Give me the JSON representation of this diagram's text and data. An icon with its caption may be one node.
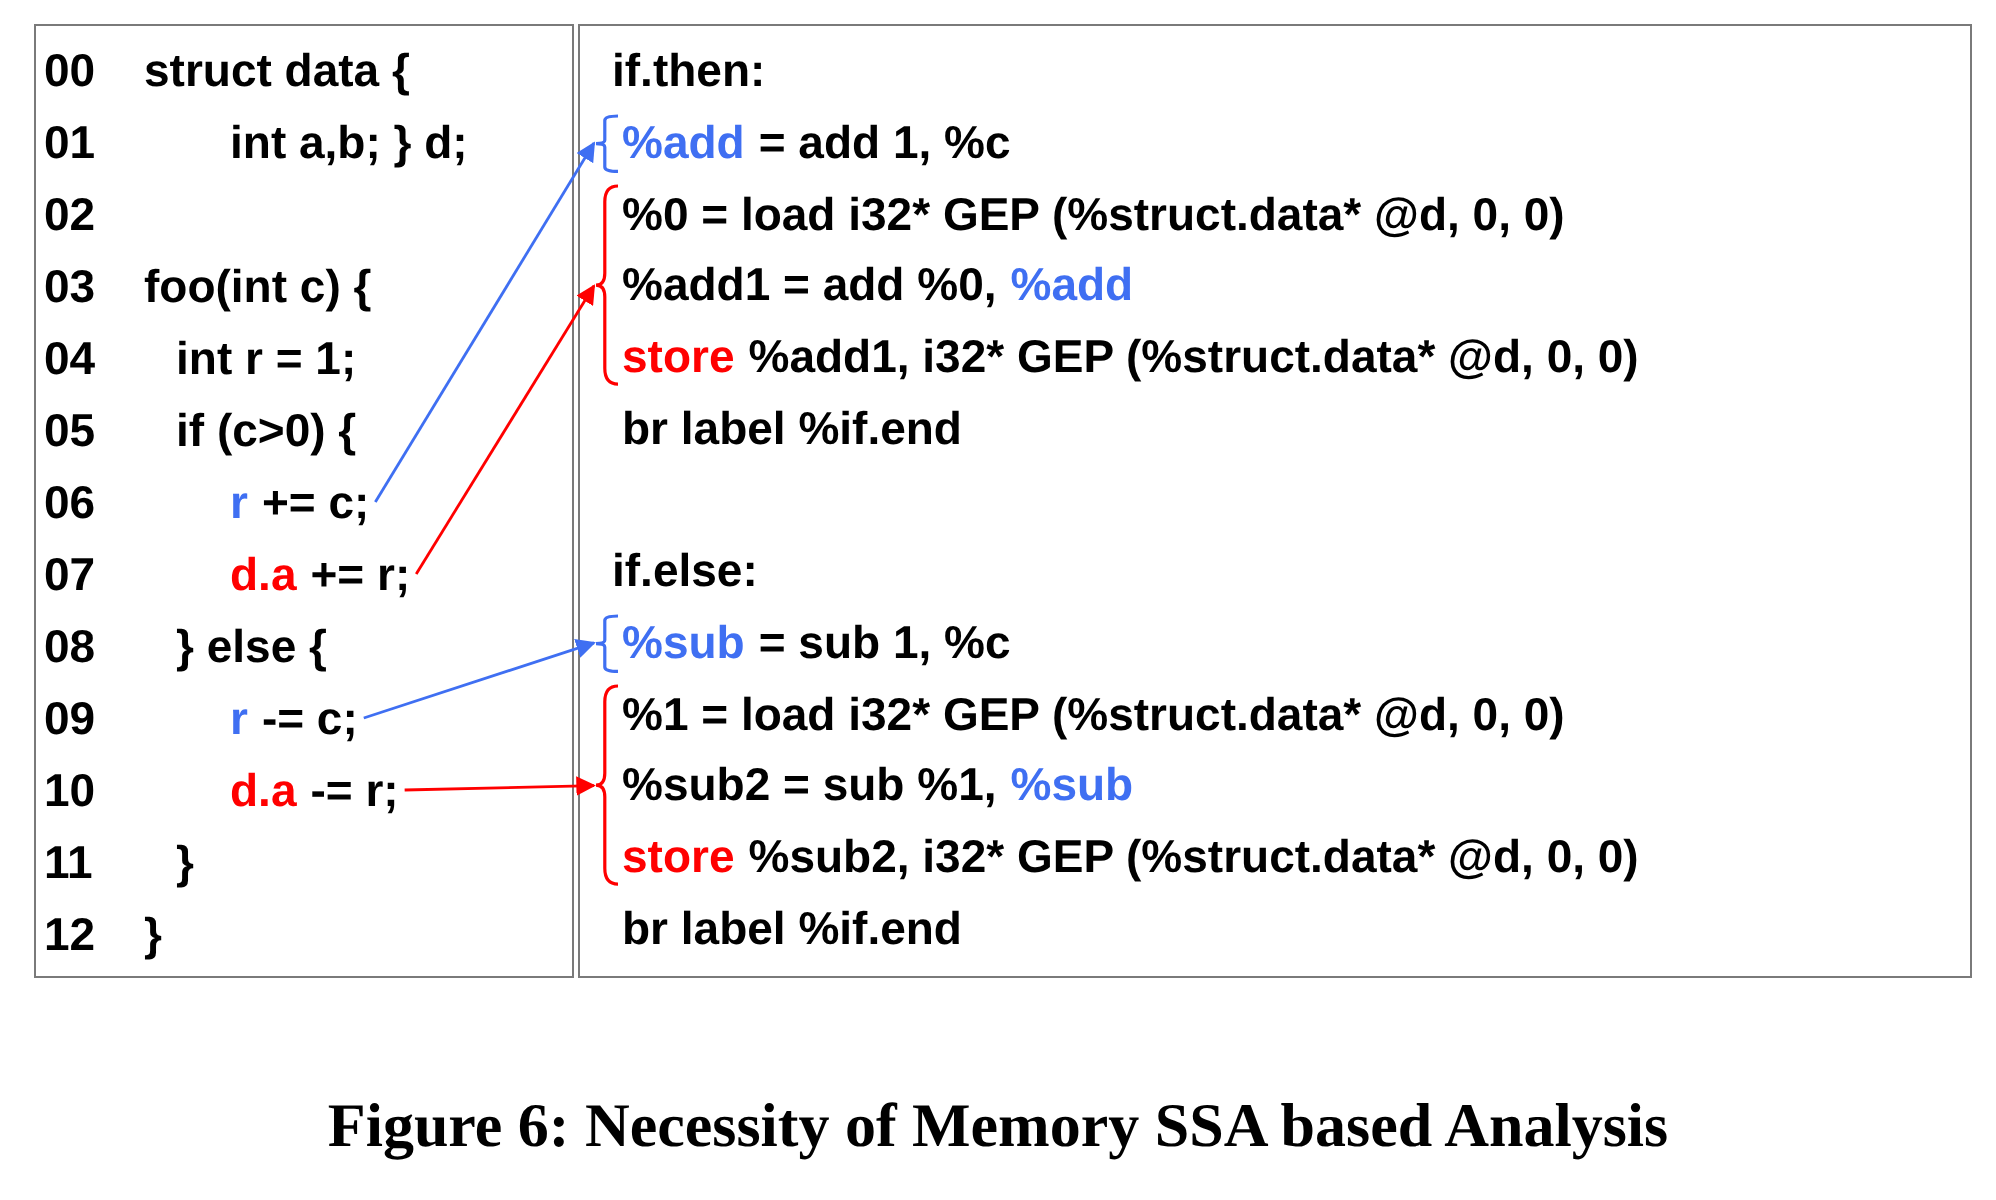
{
  "diagram": {
    "caption": "Figure 6: Necessity of Memory SSA based Analysis",
    "nodes": [
      {
        "text": [],
        "shape": "box"
      },
      {
        "text": [
          "00",
          "struct data {"
        ],
        "in": 0
      },
      {
        "text": [
          "01",
          "int a,b; } d;"
        ],
        "in": 0
      },
      {
        "text": [
          "02"
        ],
        "in": 0
      },
      {
        "text": [
          "03",
          "foo(int c) {"
        ],
        "in": 0
      },
      {
        "text": [
          "04",
          "int r = 1;"
        ],
        "in": 0
      },
      {
        "text": [
          "05",
          "if (c>0) {"
        ],
        "in": 0
      },
      {
        "text": [
          "06",
          "r",
          "+= c;"
        ],
        "in": 0
      },
      {
        "text": [
          "07",
          "d.a",
          "+= r;"
        ],
        "in": 0
      },
      {
        "text": [
          "08",
          "} else {"
        ],
        "in": 0
      },
      {
        "text": [
          "09",
          "r",
          "-= c;"
        ],
        "in": 0
      },
      {
        "text": [
          "10",
          "d.a",
          "-= r;"
        ],
        "in": 0
      },
      {
        "text": [
          "11",
          "}"
        ],
        "in": 0
      },
      {
        "text": [
          "12",
          "}"
        ],
        "in": 0
      },
      {
        "text": [],
        "shape": "box"
      },
      {
        "text": [
          "if.then:"
        ],
        "in": 14
      },
      {
        "text": [
          "%add",
          "= add 1, %c"
        ],
        "in": 14
      },
      {
        "text": [
          "%0 = load i32* GEP (%struct.data* @d, 0, 0)",
          "%add1 = add %0,",
          "%add",
          "store",
          "%add1, i32* GEP (%struct.data* @d, 0, 0)"
        ],
        "in": 14
      },
      {
        "text": [
          "br label %if.end"
        ],
        "in": 14
      },
      {
        "text": [
          "if.else:"
        ],
        "in": 14
      },
      {
        "text": [
          "%sub",
          "= sub 1, %c"
        ],
        "in": 14
      },
      {
        "text": [
          "%1 = load i32* GEP (%struct.data* @d, 0, 0)",
          "%sub2 = sub %1,",
          "%sub",
          "store",
          "%sub2, i32* GEP (%struct.data* @d, 0, 0)"
        ],
        "in": 14
      },
      {
        "text": [
          "br label %if.end"
        ],
        "in": 14
      }
    ],
    "edges": [
      {
        "from": 7,
        "to": 16,
        "arrow": "to",
        "color": "#3f6ff2"
      },
      {
        "from": 8,
        "to": 17,
        "arrow": "to",
        "color": "#ff0000"
      },
      {
        "from": 10,
        "to": 20,
        "arrow": "to",
        "color": "#3f6ff2"
      },
      {
        "from": 11,
        "to": 21,
        "arrow": "to",
        "color": "#ff0000"
      }
    ]
  }
}
